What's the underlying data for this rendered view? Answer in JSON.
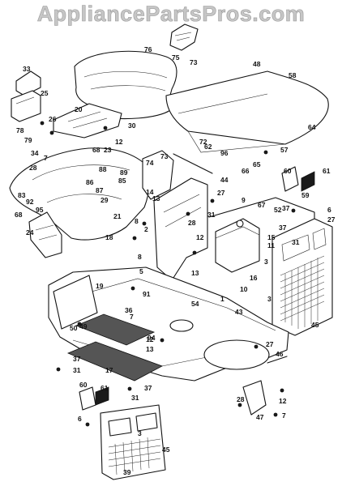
{
  "watermark": "AppliancePartsPros.com",
  "callouts": [
    {
      "id": "c76",
      "label": "76"
    },
    {
      "id": "c75",
      "label": "75"
    },
    {
      "id": "c73a",
      "label": "73"
    },
    {
      "id": "c48",
      "label": "48"
    },
    {
      "id": "c58",
      "label": "58"
    },
    {
      "id": "c33",
      "label": "33"
    },
    {
      "id": "c25",
      "label": "25"
    },
    {
      "id": "c20",
      "label": "20"
    },
    {
      "id": "c26",
      "label": "26"
    },
    {
      "id": "c78",
      "label": "78"
    },
    {
      "id": "c30",
      "label": "30"
    },
    {
      "id": "c64",
      "label": "64"
    },
    {
      "id": "c62",
      "label": "62"
    },
    {
      "id": "c57",
      "label": "57"
    },
    {
      "id": "c79",
      "label": "79"
    },
    {
      "id": "c12a",
      "label": "12"
    },
    {
      "id": "c72",
      "label": "72"
    },
    {
      "id": "c96",
      "label": "96"
    },
    {
      "id": "c65",
      "label": "65"
    },
    {
      "id": "c66",
      "label": "66"
    },
    {
      "id": "c34",
      "label": "34"
    },
    {
      "id": "c68a",
      "label": "68"
    },
    {
      "id": "c23",
      "label": "23"
    },
    {
      "id": "c73b",
      "label": "73"
    },
    {
      "id": "c74",
      "label": "74"
    },
    {
      "id": "c28",
      "label": "28"
    },
    {
      "id": "c7a",
      "label": "7"
    },
    {
      "id": "c89",
      "label": "89"
    },
    {
      "id": "c88",
      "label": "88"
    },
    {
      "id": "c85",
      "label": "85"
    },
    {
      "id": "c44",
      "label": "44"
    },
    {
      "id": "c27a",
      "label": "27"
    },
    {
      "id": "c60a",
      "label": "60"
    },
    {
      "id": "c61a",
      "label": "61"
    },
    {
      "id": "c83",
      "label": "83"
    },
    {
      "id": "c86",
      "label": "86"
    },
    {
      "id": "c87",
      "label": "87"
    },
    {
      "id": "c14",
      "label": "14"
    },
    {
      "id": "c59",
      "label": "59"
    },
    {
      "id": "c92",
      "label": "92"
    },
    {
      "id": "c95",
      "label": "95"
    },
    {
      "id": "c68b",
      "label": "68"
    },
    {
      "id": "c29",
      "label": "29"
    },
    {
      "id": "c13a",
      "label": "13"
    },
    {
      "id": "c9",
      "label": "9"
    },
    {
      "id": "c67",
      "label": "67"
    },
    {
      "id": "c37a",
      "label": "37"
    },
    {
      "id": "c52",
      "label": "52"
    },
    {
      "id": "c6a",
      "label": "6"
    },
    {
      "id": "c27b",
      "label": "27"
    },
    {
      "id": "c21",
      "label": "21"
    },
    {
      "id": "c8a",
      "label": "8"
    },
    {
      "id": "c31a",
      "label": "31"
    },
    {
      "id": "c24",
      "label": "24"
    },
    {
      "id": "c18",
      "label": "18"
    },
    {
      "id": "c2",
      "label": "2"
    },
    {
      "id": "c28b",
      "label": "28"
    },
    {
      "id": "c12b",
      "label": "12"
    },
    {
      "id": "c15",
      "label": "15"
    },
    {
      "id": "c11",
      "label": "11"
    },
    {
      "id": "c37b",
      "label": "37"
    },
    {
      "id": "c31b",
      "label": "31"
    },
    {
      "id": "c8b",
      "label": "8"
    },
    {
      "id": "c13b",
      "label": "13"
    },
    {
      "id": "c3a",
      "label": "3"
    },
    {
      "id": "c5",
      "label": "5"
    },
    {
      "id": "c16",
      "label": "16"
    },
    {
      "id": "c10",
      "label": "10"
    },
    {
      "id": "c19",
      "label": "19"
    },
    {
      "id": "c91",
      "label": "91"
    },
    {
      "id": "c1",
      "label": "1"
    },
    {
      "id": "c43",
      "label": "43"
    },
    {
      "id": "c3b",
      "label": "3"
    },
    {
      "id": "c36",
      "label": "36"
    },
    {
      "id": "c54",
      "label": "54"
    },
    {
      "id": "c45a",
      "label": "45"
    },
    {
      "id": "c7b",
      "label": "7"
    },
    {
      "id": "c50",
      "label": "50"
    },
    {
      "id": "c49",
      "label": "49"
    },
    {
      "id": "c94",
      "label": "94"
    },
    {
      "id": "c12c",
      "label": "12"
    },
    {
      "id": "c13c",
      "label": "13"
    },
    {
      "id": "c27c",
      "label": "27"
    },
    {
      "id": "c37c",
      "label": "37"
    },
    {
      "id": "c31c",
      "label": "31"
    },
    {
      "id": "c17",
      "label": "17"
    },
    {
      "id": "c46",
      "label": "46"
    },
    {
      "id": "c37d",
      "label": "37"
    },
    {
      "id": "c60b",
      "label": "60"
    },
    {
      "id": "c61b",
      "label": "61"
    },
    {
      "id": "c31d",
      "label": "31"
    },
    {
      "id": "c28c",
      "label": "28"
    },
    {
      "id": "c12d",
      "label": "12"
    },
    {
      "id": "c6b",
      "label": "6"
    },
    {
      "id": "c47",
      "label": "47"
    },
    {
      "id": "c7c",
      "label": "7"
    },
    {
      "id": "c3c",
      "label": "3"
    },
    {
      "id": "c45b",
      "label": "45"
    },
    {
      "id": "c39",
      "label": "39"
    }
  ]
}
